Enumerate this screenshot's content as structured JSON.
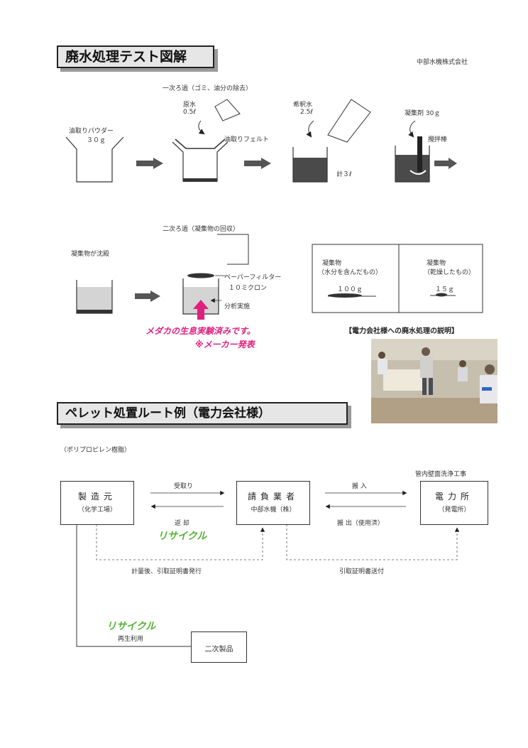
{
  "section1": {
    "title": "廃水処理テスト図解",
    "company": "中部水機株式会社",
    "step1_label": "油取りパウダー",
    "step1_amount": "３０ｇ",
    "primary_filter_label": "一次ろ過（ゴミ、油分の除去）",
    "raw_water_label": "原水",
    "raw_water_amount": "0.5ℓ",
    "oil_felt_label": "油取りフェルト",
    "dilution_label": "希釈水",
    "dilution_amount": "2.5ℓ",
    "total_label": "計３ℓ",
    "coagulant_label": "凝集剤 30ｇ",
    "stirrer_label": "攪拌棒",
    "sediment_label": "凝集物が沈殿",
    "secondary_filter_label": "二次ろ過（凝集物の回収）",
    "paper_filter_label": "ペーパーフィルター",
    "micron_label": "１０ミクロン",
    "analysis_label": "分析実施",
    "medaka_note": "メダカの生息実験済みです。",
    "maker_note": "※メーカー発表",
    "wet_label_1": "凝集物",
    "wet_label_2": "（水分を含んだもの）",
    "wet_amount": "１００ｇ",
    "dry_label_1": "凝集物",
    "dry_label_2": "（乾燥したもの）",
    "dry_amount": "１５ｇ",
    "photo_caption": "【電力会社様への廃水処理の説明】"
  },
  "section2": {
    "title": "ペレット処置ルート例（電力会社様）",
    "material_note": "（ポリプロピレン樹脂）",
    "manufacturer_name": "製造元",
    "manufacturer_sub": "（化学工場）",
    "contractor_name": "請負業者",
    "contractor_sub": "中部水機（株）",
    "power_plant_header": "管内壁面洗浄工事",
    "power_plant_name": "電力所",
    "power_plant_sub": "（発電所）",
    "receive_label": "受取り",
    "return_label": "返 却",
    "recycle_label_1": "リサイクル",
    "carry_in_label": "搬 入",
    "carry_out_label": "搬 出（使用済）",
    "cert_issue_label": "計量後、引取証明書発行",
    "cert_send_label": "引取証明書送付",
    "recycle_label_2": "リサイクル",
    "reuse_label": "再生利用",
    "secondary_product_label": "二次製品"
  },
  "colors": {
    "accent_pink": "#e0207f",
    "recycle_green": "#55b233",
    "heading_bg": "#e6e6e6"
  }
}
